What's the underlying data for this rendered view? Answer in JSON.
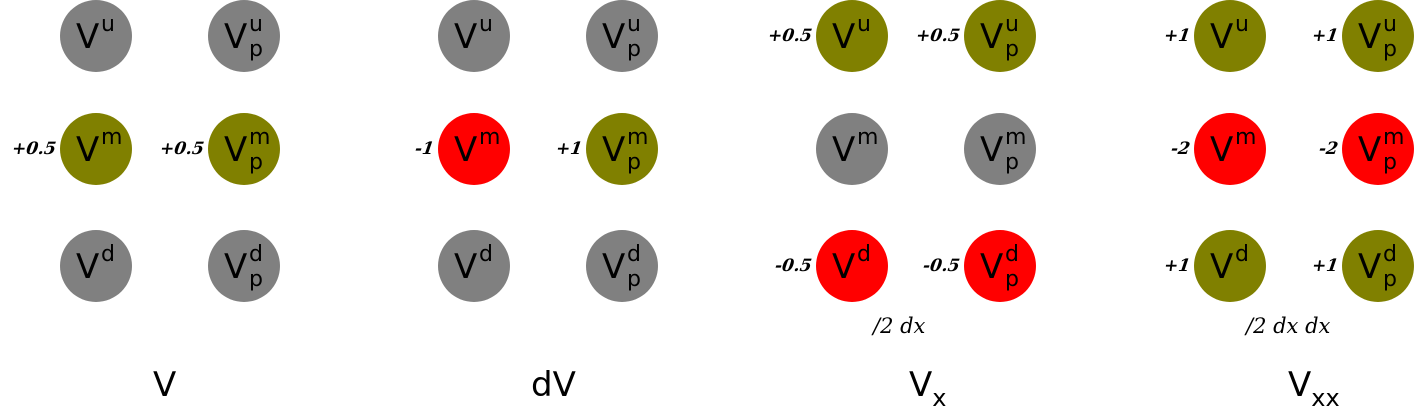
{
  "colors": {
    "zero": "#808080",
    "positive": "#808000",
    "negative": "#ff0000"
  },
  "panels": [
    {
      "label_base": "V",
      "label_sub": "",
      "note": "",
      "nodes": [
        {
          "base": "V",
          "sup": "u",
          "sub": "",
          "color": "zero",
          "coef": ""
        },
        {
          "base": "V",
          "sup": "u",
          "sub": "p",
          "color": "zero",
          "coef": ""
        },
        {
          "base": "V",
          "sup": "m",
          "sub": "",
          "color": "positive",
          "coef": "+0.5"
        },
        {
          "base": "V",
          "sup": "m",
          "sub": "p",
          "color": "positive",
          "coef": "+0.5"
        },
        {
          "base": "V",
          "sup": "d",
          "sub": "",
          "color": "zero",
          "coef": ""
        },
        {
          "base": "V",
          "sup": "d",
          "sub": "p",
          "color": "zero",
          "coef": ""
        }
      ]
    },
    {
      "label_base": "dV",
      "label_sub": "",
      "note": "",
      "nodes": [
        {
          "base": "V",
          "sup": "u",
          "sub": "",
          "color": "zero",
          "coef": ""
        },
        {
          "base": "V",
          "sup": "u",
          "sub": "p",
          "color": "zero",
          "coef": ""
        },
        {
          "base": "V",
          "sup": "m",
          "sub": "",
          "color": "negative",
          "coef": "-1"
        },
        {
          "base": "V",
          "sup": "m",
          "sub": "p",
          "color": "positive",
          "coef": "+1"
        },
        {
          "base": "V",
          "sup": "d",
          "sub": "",
          "color": "zero",
          "coef": ""
        },
        {
          "base": "V",
          "sup": "d",
          "sub": "p",
          "color": "zero",
          "coef": ""
        }
      ]
    },
    {
      "label_base": "V",
      "label_sub": "x",
      "note": "/2 dx",
      "nodes": [
        {
          "base": "V",
          "sup": "u",
          "sub": "",
          "color": "positive",
          "coef": "+0.5"
        },
        {
          "base": "V",
          "sup": "u",
          "sub": "p",
          "color": "positive",
          "coef": "+0.5"
        },
        {
          "base": "V",
          "sup": "m",
          "sub": "",
          "color": "zero",
          "coef": ""
        },
        {
          "base": "V",
          "sup": "m",
          "sub": "p",
          "color": "zero",
          "coef": ""
        },
        {
          "base": "V",
          "sup": "d",
          "sub": "",
          "color": "negative",
          "coef": "-0.5"
        },
        {
          "base": "V",
          "sup": "d",
          "sub": "p",
          "color": "negative",
          "coef": "-0.5"
        }
      ]
    },
    {
      "label_base": "V",
      "label_sub": "xx",
      "note": "/2 dx dx",
      "nodes": [
        {
          "base": "V",
          "sup": "u",
          "sub": "",
          "color": "positive",
          "coef": "+1"
        },
        {
          "base": "V",
          "sup": "u",
          "sub": "p",
          "color": "positive",
          "coef": "+1"
        },
        {
          "base": "V",
          "sup": "m",
          "sub": "",
          "color": "negative",
          "coef": "-2"
        },
        {
          "base": "V",
          "sup": "m",
          "sub": "p",
          "color": "negative",
          "coef": "-2"
        },
        {
          "base": "V",
          "sup": "d",
          "sub": "",
          "color": "positive",
          "coef": "+1"
        },
        {
          "base": "V",
          "sup": "d",
          "sub": "p",
          "color": "positive",
          "coef": "+1"
        }
      ]
    }
  ]
}
